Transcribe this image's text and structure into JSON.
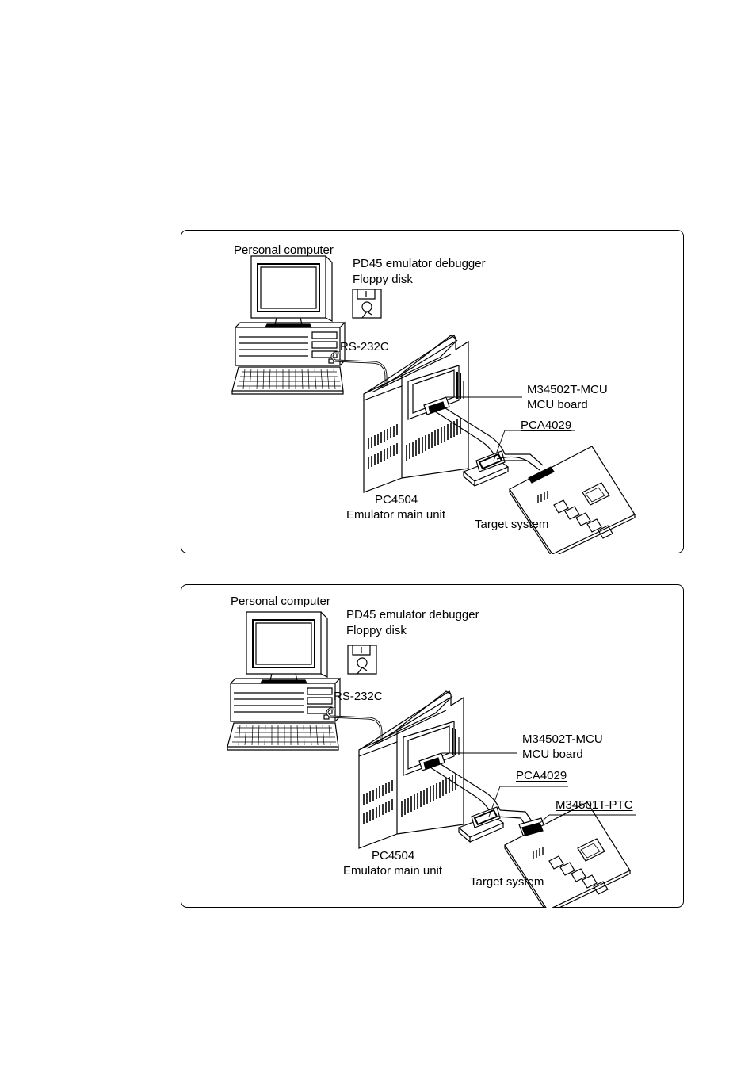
{
  "diagrams": [
    {
      "personal_computer": "Personal computer",
      "debugger_line1": "PD45 emulator debugger",
      "debugger_line2": "Floppy disk",
      "rs232c": "RS-232C",
      "mcu_line1": "M34502T-MCU",
      "mcu_line2": "MCU board",
      "pca": "PCA4029",
      "main_unit_line1": "PC4504",
      "main_unit_line2": "Emulator main unit",
      "target": "Target system"
    },
    {
      "personal_computer": "Personal computer",
      "debugger_line1": "PD45 emulator debugger",
      "debugger_line2": "Floppy disk",
      "rs232c": "RS-232C",
      "mcu_line1": "M34502T-MCU",
      "mcu_line2": "MCU board",
      "pca": "PCA4029",
      "ptc": "M34501T-PTC",
      "main_unit_line1": "PC4504",
      "main_unit_line2": "Emulator main unit",
      "target": "Target system"
    }
  ]
}
